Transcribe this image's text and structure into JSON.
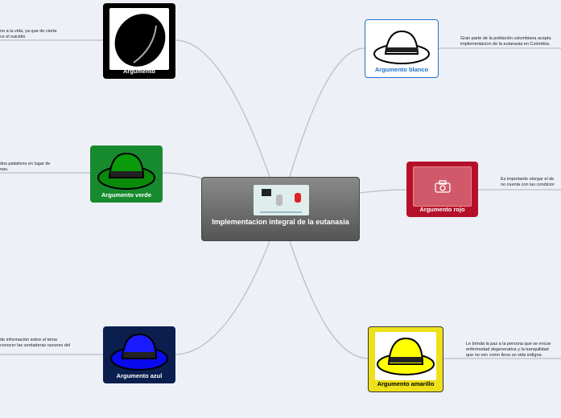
{
  "center": {
    "title": "Implementacion integral de la eutanasia"
  },
  "nodes": {
    "black": {
      "label": "Argumento",
      "color": "#000000",
      "note": [
        "no a la vida, ya que de cierta",
        "ce el suicidio"
      ]
    },
    "white": {
      "label": "Argumento blanco",
      "color": "#ffffff",
      "note": [
        "Gran parte de la población colombiana acepta",
        "implementacion de la eutanasia en Colombia."
      ]
    },
    "green": {
      "label": "Argumento verde",
      "color": "#178a2e",
      "note": [
        "dos paliativos en lugar de",
        "nas."
      ]
    },
    "red": {
      "label": "Argumento rojo",
      "color": "#b5102a",
      "note": [
        "Es importante otorgar el de",
        "no cuenta con las condicior"
      ]
    },
    "blue": {
      "label": "Argumento azul",
      "color": "#0b1f4f",
      "note": [
        "de información sobre el tema",
        "conocer las verdaderas razones del"
      ]
    },
    "yellow": {
      "label": "Argumento amarillo",
      "color": "#eee11a",
      "note": [
        "Le brinda la paz a la persona que se encue",
        "enfermedad degenerativa y la tranquilidad",
        "que no ven como lleva un vida indigna."
      ]
    }
  }
}
